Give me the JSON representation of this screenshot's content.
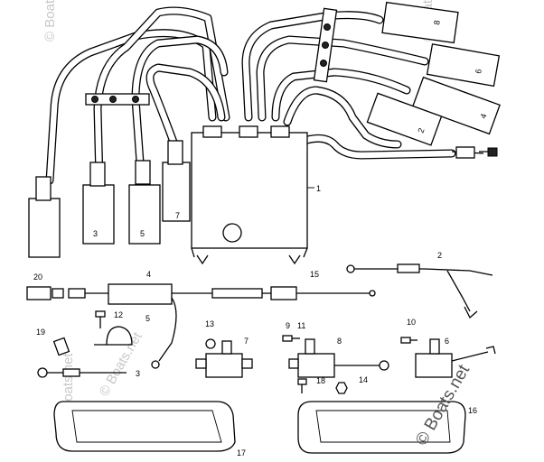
{
  "callouts": {
    "c1": "1",
    "c2": "2",
    "c3": "3",
    "c4": "4",
    "c5": "5",
    "c6": "6",
    "c7": "7",
    "c8": "8",
    "c9": "9",
    "c10": "10",
    "c11": "11",
    "c12": "12",
    "c13": "13",
    "c14": "14",
    "c15": "15",
    "c16": "16",
    "c17": "17",
    "c18": "18",
    "c19": "19",
    "c20": "20"
  },
  "cylinders": {
    "cyl2": "2",
    "cyl3": "3",
    "cyl4": "4",
    "cyl5": "5",
    "cyl6": "6",
    "cyl7": "7",
    "cyl8": "8"
  },
  "watermarks": {
    "brand_main": "© Boats.net",
    "faint": "© Boats.net"
  }
}
